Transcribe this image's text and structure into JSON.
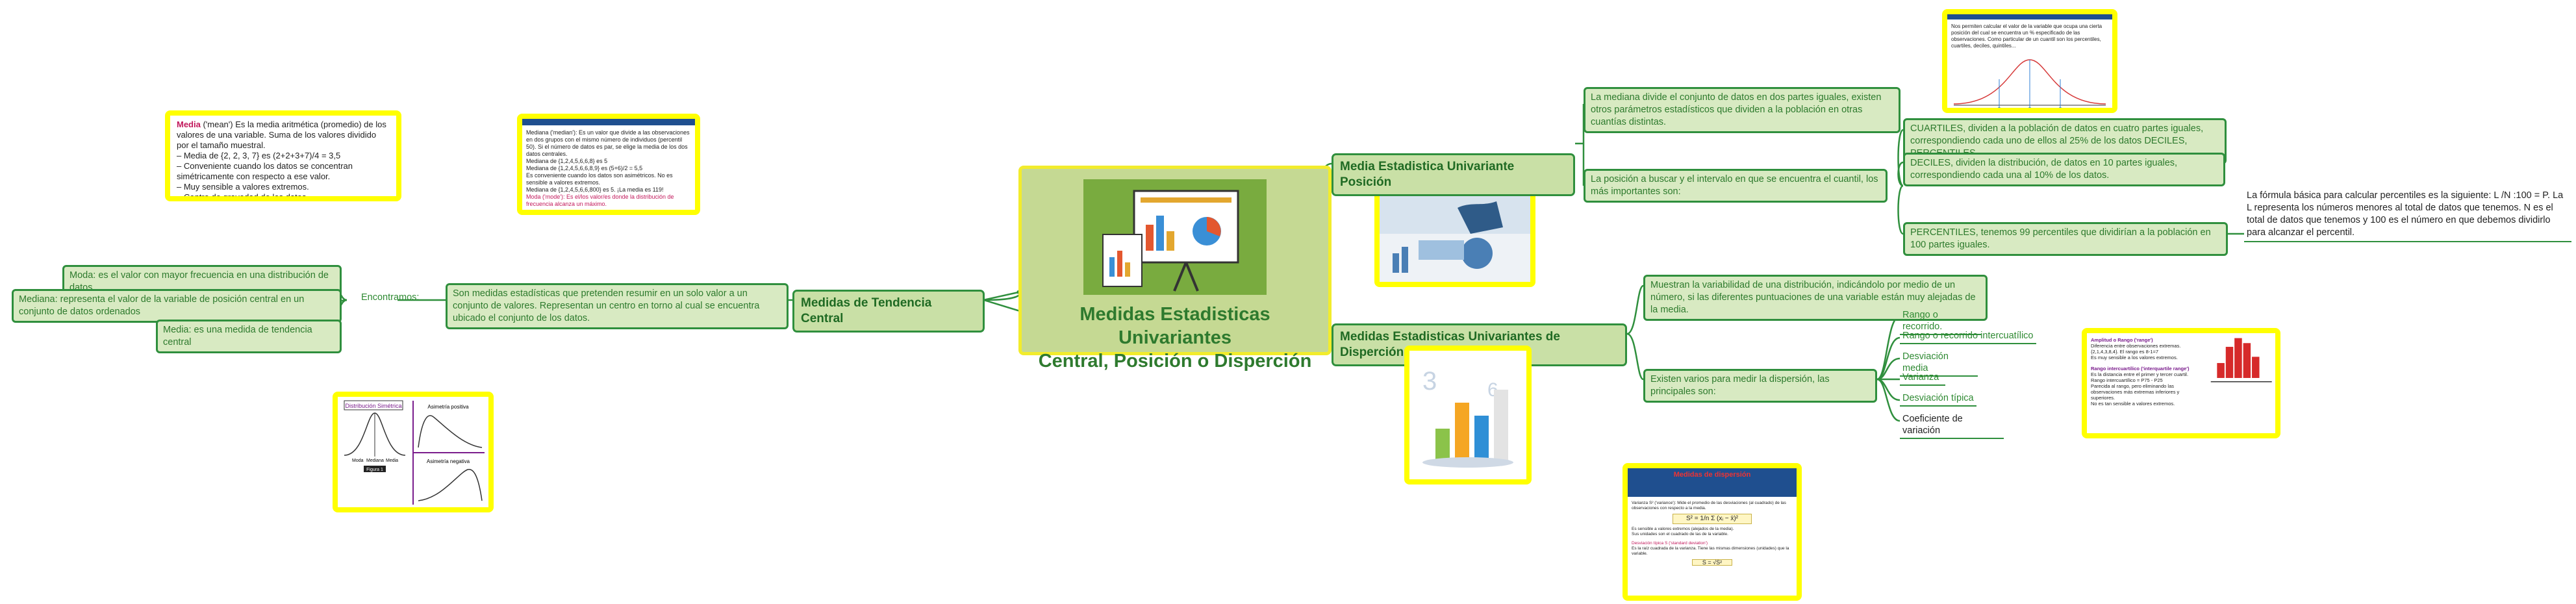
{
  "root": {
    "title_line1": "Medidas Estadisticas Univariantes",
    "title_line2": "Central, Posición o Disperción"
  },
  "central": {
    "label": "Medidas de Tendencia Central",
    "definition": "Son medidas estadísticas que pretenden resumir en un solo valor a un conjunto de valores. Representan un centro en torno al cual se encuentra ubicado el conjunto de los datos.",
    "connector": "Encontramos:",
    "items": [
      "Moda: es el valor con mayor frecuencia en una distribución de datos",
      "Mediana: representa el valor de la variable de posición central en un conjunto de datos ordenados",
      "Media: es una medida de tendencia central"
    ],
    "media_card": {
      "keyword": "Media",
      "intro": " ('mean') Es la media aritmética (promedio) de los valores de una variable. Suma de los valores dividido por el tamaño muestral.",
      "bullets": [
        "Media de {2, 2, 3, 7} es (2+2+3+7)/4 = 3,5",
        "Conveniente cuando los datos se concentran simétricamente con respecto a ese valor.",
        "Muy sensible a valores extremos.",
        "Centro de gravedad de los datos."
      ]
    },
    "mediana_card": {
      "header": "Mediana ('median'): Es un valor que divide a las observaciones en dos grupos con el mismo número de individuos (percentil 50). Si el número de datos es par, se elige la media de los dos datos centrales.",
      "bullets": [
        "Mediana de {1,2,4,5,6,6,8} es 5",
        "Mediana de {1,2,4,5,6,6,8,9} es (5+6)/2 = 5,5",
        "Es conveniente cuando los datos son asimétricos. No es sensible a valores extremos.",
        "Mediana de {1,2,4,5,6,6,800} es 5. ¡La media es 119!"
      ],
      "moda": "Moda ('mode'): Es el/los valor/es donde la distribución de frecuencia alcanza un máximo."
    },
    "dist_card": {
      "title": "Distribución Simétrica",
      "right_top": "Asimetría positiva",
      "right_bottom": "Asimetría negativa",
      "labels": [
        "Moda",
        "Mediana",
        "Media"
      ],
      "figure": "Figura 1"
    }
  },
  "posicion": {
    "label": "Media Estadistica Univariante Posición",
    "mediana_text": "La mediana divide el conjunto de datos en dos partes iguales, existen otros parámetros estadísticos que dividen a la población en otras cuantías distintas.",
    "posicion_text": "La posición a buscar y el intervalo en que se encuentra el cuantil, los más importantes son:",
    "cuartiles": "CUARTILES, dividen a la población de datos en cuatro partes iguales, correspondiendo cada uno de ellos al 25% de los datos DECILES, PERCENTILES.",
    "deciles": "DECILES, dividen la distribución, de datos en 10 partes iguales, correspondiendo cada una al 10% de los datos.",
    "percentiles": "PERCENTILES, tenemos 99 percentiles que dividirían a la población en 100 partes iguales.",
    "formula_note": "La fórmula básica para calcular percentiles es la siguiente: L /N :100 = P. La L representa los números menores al total de datos que tenemos. N es el total de datos que tenemos y 100 es el número en que debemos dividirlo para alcanzar el percentil.",
    "card_text": "Nos permiten calcular el valor de la variable que ocupa una cierta posición del cual se encuentra un % especificado de las observaciones. Como particular de un cuantil son los percentiles, cuartiles, deciles, quintiles..."
  },
  "dispersion": {
    "label": "Medidas Estadisticas Univariantes de Disperción",
    "definition": "Muestran la variabilidad de una distribución, indicándolo por medio de un número, si las diferentes puntuaciones de una variable están muy alejadas de la media.",
    "types_label": "Existen varios para medir la dispersión, las principales son:",
    "types": [
      "Rango o recorrido.",
      "Rango o recorrido intercuatílico",
      "Desviación media",
      "Varianza",
      "Desviación típica",
      "Coeficiente de variación"
    ],
    "rango_card": {
      "title": "Amplitud o Rango ('range')",
      "lines": [
        "Diferencia entre observaciones extremas.",
        "{2,1,4,3,8,4}. El rango es 8-1=7",
        "Es muy sensible a los valores extremos."
      ],
      "title2": "Rango intercuartílico ('interquartile range')",
      "lines2": [
        "Es la distancia entre el primer y tercer cuartil.",
        "Rango intercuartílico = P75 - P25",
        "Parecida al rango, pero eliminando las observaciones más extremas inferiores y superiores.",
        "No es tan sensible a valores extremos."
      ]
    },
    "varianza_card": {
      "title": "Medidas de dispersión",
      "subtitle": "Varianza S² ('variance'): Mide el promedio de las desviaciones (al cuadrado) de las observaciones con respecto a la media.",
      "formula": "S² = 1/n Σ (xᵢ − x̄)²",
      "lines": [
        "Es sensible a valores extremos (alejados de la media).",
        "Sus unidades son el cuadrado de las de la variable."
      ],
      "title2": "Desviación típica S ('standard deviation')",
      "line2": "Es la raíz cuadrada de la varianza. Tiene las mismas dimensiones (unidades) que la variable.",
      "formula2": "S = √S²"
    }
  },
  "colors": {
    "green": "#2f8f3d",
    "light_green": "#c9e0a6",
    "yellow": "#ffff00",
    "root_bg": "#c5d993"
  }
}
